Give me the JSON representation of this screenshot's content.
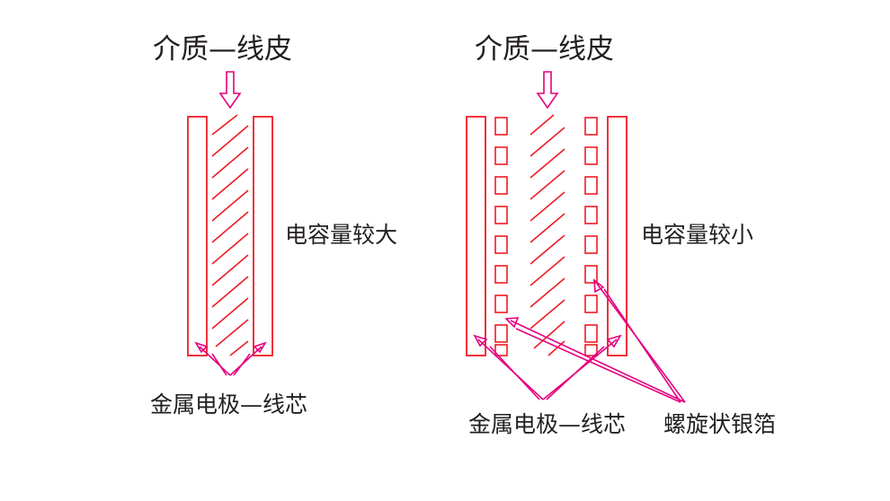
{
  "colors": {
    "conductor": "#ee1c25",
    "arrow": "#e4007f",
    "text": "#231f20",
    "background": "#ffffff"
  },
  "left": {
    "dielectric_label": "介质—线皮",
    "capacitance_label": "电容量较大",
    "electrode_label": "金属电极—线芯"
  },
  "right": {
    "dielectric_label": "介质—线皮",
    "capacitance_label": "电容量较小",
    "electrode_label": "金属电极—线芯",
    "foil_label": "螺旋状银箔"
  }
}
